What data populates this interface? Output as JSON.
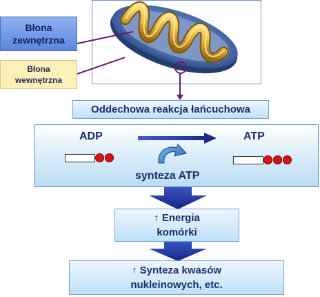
{
  "labels": {
    "outer_membrane": [
      "Błona",
      "zewnętrzna"
    ],
    "inner_membrane": [
      "Błona",
      "wewnętrzna"
    ]
  },
  "chain_box": "Oddechowa reakcja łańcuchowa",
  "synthesis_panel": {
    "left": "ADP",
    "right": "ATP",
    "caption": "synteza ATP"
  },
  "energy_box": [
    "↑ Energia",
    "komórki"
  ],
  "nucleic_box": [
    "↑ Synteza kwasów",
    "nukleinowych, etc."
  ],
  "colors": {
    "phosphate": "#e01010",
    "arrow_blue": "#2a3fae",
    "pointer_line": "#6e1570",
    "membrane_gold": "#e0b43a"
  }
}
